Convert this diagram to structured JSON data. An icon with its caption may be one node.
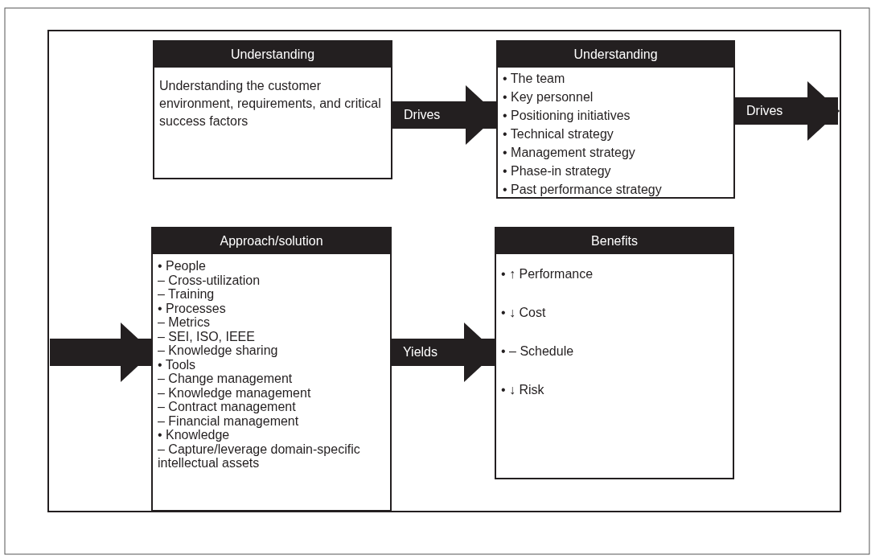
{
  "diagram": {
    "nodes": [
      {
        "text": [
          "Understanding",
          "Understanding the customer environment, requirements, and critical success factors"
        ]
      },
      {
        "text": [
          "Understanding",
          "• The team",
          "• Key personnel",
          "• Positioning initiatives",
          "• Technical strategy",
          "• Management strategy",
          "• Phase-in strategy",
          "• Past performance strategy"
        ]
      },
      {
        "text": [
          "Approach/solution",
          "• People",
          "– Cross-utilization",
          "– Training",
          "• Processes",
          "– Metrics",
          "– SEI, ISO, IEEE",
          "– Knowledge sharing",
          "• Tools",
          "– Change management",
          "– Knowledge management",
          "– Contract management",
          "– Financial management",
          "• Knowledge",
          "– Capture/leverage domain-specific intellectual assets"
        ]
      },
      {
        "text": [
          "Benefits",
          "• ↑ Performance",
          "• ↓ Cost",
          "• – Schedule",
          "• ↓ Risk"
        ]
      }
    ],
    "edges": [
      {
        "from": 0,
        "to": 1,
        "arrow": "to",
        "label": "Drives"
      },
      {
        "from": 1,
        "to": null,
        "arrow": "to",
        "label": "Drives"
      },
      {
        "from": null,
        "to": 2,
        "arrow": "to"
      },
      {
        "from": 2,
        "to": 3,
        "arrow": "to",
        "label": "Yields"
      }
    ]
  }
}
